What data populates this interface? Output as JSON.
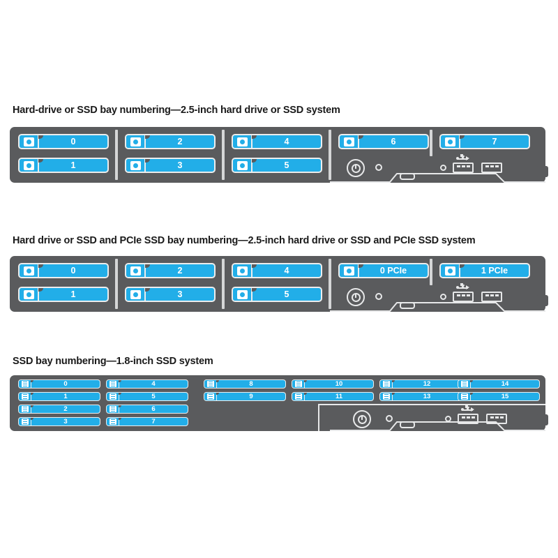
{
  "page": {
    "background_color": "#ffffff",
    "accent_color": "#22aee8",
    "chassis_color": "#5a5b5d",
    "outline_color": "#eceded"
  },
  "sections": [
    {
      "id": "section-2-5-inch",
      "title": "Hard-drive or SSD bay numbering—2.5-inch hard drive or SSD system",
      "drive_form_factor": "2.5-inch",
      "bay_labels": [
        "0",
        "1",
        "2",
        "3",
        "4",
        "5",
        "6",
        "7"
      ],
      "groups": [
        {
          "labels": [
            "0",
            "1"
          ]
        },
        {
          "labels": [
            "2",
            "3"
          ]
        },
        {
          "labels": [
            "4",
            "5"
          ]
        },
        {
          "labels": [
            "6"
          ]
        },
        {
          "labels": [
            "7"
          ]
        }
      ]
    },
    {
      "id": "section-pcie-ssd",
      "title": "Hard drive or SSD and PCIe SSD bay numbering—2.5-inch hard drive or SSD and PCIe SSD system",
      "drive_form_factor": "2.5-inch",
      "bay_labels": [
        "0",
        "1",
        "2",
        "3",
        "4",
        "5",
        "0 PCIe",
        "1 PCIe"
      ],
      "groups": [
        {
          "labels": [
            "0",
            "1"
          ]
        },
        {
          "labels": [
            "2",
            "3"
          ]
        },
        {
          "labels": [
            "4",
            "5"
          ]
        },
        {
          "labels": [
            "0 PCIe"
          ]
        },
        {
          "labels": [
            "1 PCIe"
          ]
        }
      ]
    },
    {
      "id": "section-1-8-inch",
      "title": "SSD bay numbering—1.8-inch SSD system",
      "drive_form_factor": "1.8-inch",
      "bay_labels": [
        "0",
        "1",
        "2",
        "3",
        "4",
        "5",
        "6",
        "7",
        "8",
        "9",
        "10",
        "11",
        "12",
        "13",
        "14",
        "15"
      ],
      "columns": [
        {
          "labels": [
            "0",
            "1",
            "2",
            "3"
          ]
        },
        {
          "labels": [
            "4",
            "5",
            "6",
            "7"
          ]
        },
        {
          "labels": [
            "8",
            "9"
          ]
        },
        {
          "labels": [
            "10",
            "11"
          ]
        },
        {
          "labels": [
            "12",
            "13"
          ]
        },
        {
          "labels": [
            "14",
            "15"
          ]
        }
      ]
    }
  ],
  "control_panel": {
    "power_button": "power-button-icon",
    "status_led": "status-led-icon",
    "system_id_led": "system-id-led-icon",
    "usb_symbol": "usb-icon",
    "usb_ports": [
      "usb-port-1",
      "usb-port-2"
    ],
    "video_connector": "video-connector-icon"
  }
}
